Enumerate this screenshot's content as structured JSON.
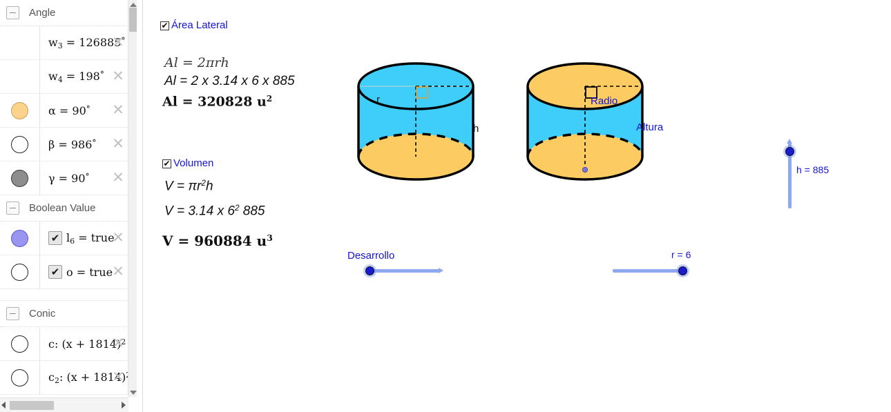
{
  "sidebar": {
    "groups": [
      {
        "name": "Angle",
        "collapse_icon": "minus-icon",
        "rows": [
          {
            "marker": "none",
            "text_html": "w<sub>3</sub> = 126885°",
            "close_icon": "close-icon"
          },
          {
            "marker": "none",
            "text_html": "w<sub>4</sub> = 198°",
            "close_icon": "close-icon"
          },
          {
            "marker": "orange",
            "text_html": "α = 90°",
            "close_icon": "close-icon"
          },
          {
            "marker": "empty",
            "text_html": "β = 986°",
            "close_icon": "close-icon"
          },
          {
            "marker": "gray",
            "text_html": "γ = 90°",
            "close_icon": "close-icon"
          }
        ]
      },
      {
        "name": "Boolean Value",
        "collapse_icon": "minus-icon",
        "rows": [
          {
            "marker": "purple",
            "checkbox": true,
            "check_glyph": "✔",
            "text_html": "l<sub>6</sub> = true",
            "close_icon": "close-icon"
          },
          {
            "marker": "empty",
            "checkbox": true,
            "check_glyph": "✔",
            "text_html": "o = true",
            "close_icon": "close-icon"
          }
        ]
      },
      {
        "name": "Conic",
        "collapse_icon": "minus-icon",
        "rows": [
          {
            "marker": "empty",
            "text_html": "c: (x + 1814)²",
            "close_icon": "close-icon"
          },
          {
            "marker": "empty",
            "text_html": "c<sub>2</sub>: (x + 1814)²",
            "close_icon": "close-icon"
          }
        ]
      }
    ],
    "scrollbars": {
      "vertical_up_icon": "triangle-up-icon",
      "vertical_down_icon": "triangle-down-icon",
      "horizontal_left_icon": "triangle-left-icon",
      "horizontal_right_icon": "triangle-right-icon"
    }
  },
  "graphics": {
    "area_section": {
      "checkbox_label": "Área Lateral",
      "checkbox_glyph": "✔",
      "checked": true,
      "lines": [
        "Al = 2πrh",
        "Al = 2 x 3.14 x 6 x 885",
        "Al = 320828 u²"
      ],
      "line1_plain": "Al = 2πrh",
      "line2_plain": "Al = 2 x 3.14 x 6 x 885",
      "line3_base": "Al = 320828 u",
      "line3_sup": "2"
    },
    "volume_section": {
      "checkbox_label": "Volumen",
      "checkbox_glyph": "✔",
      "checked": true,
      "line1_pre": "V = πr",
      "line1_sup": "2",
      "line1_post": "h",
      "line2_pre": "V =  3.14 x 6",
      "line2_sup": "2",
      "line2_post": " 885",
      "line3_base": "V = 960884 u",
      "line3_sup": "3"
    },
    "cylinder_left": {
      "name": "cylinder-open",
      "label_radius": "r",
      "label_height": "h",
      "fill_body": "#3FCDFA",
      "fill_base": "#FCCB62",
      "fill_top": "#3FCDFA",
      "stroke": "#000000"
    },
    "cylinder_right": {
      "name": "cylinder-closed",
      "label_radius": "Radio",
      "label_height": "Altura",
      "fill_body": "#3FCDFA",
      "fill_base": "#FCCB62",
      "fill_top": "#FCCB62",
      "stroke": "#000000"
    },
    "sliders": [
      {
        "id": "desarrollo",
        "label": "Desarrollo",
        "orientation": "horizontal",
        "fill_percent": 8
      },
      {
        "id": "radio",
        "label": "r = 6",
        "orientation": "horizontal",
        "fill_percent": 100
      },
      {
        "id": "altura",
        "label": "h = 885",
        "orientation": "vertical",
        "fill_percent": 95
      }
    ]
  },
  "colors": {
    "accent_blue": "#1414d4",
    "slider_blue": "#8fa9f0",
    "knob_blue": "#1a1ad0",
    "cyan": "#3FCDFA",
    "orange": "#FCCB62"
  }
}
